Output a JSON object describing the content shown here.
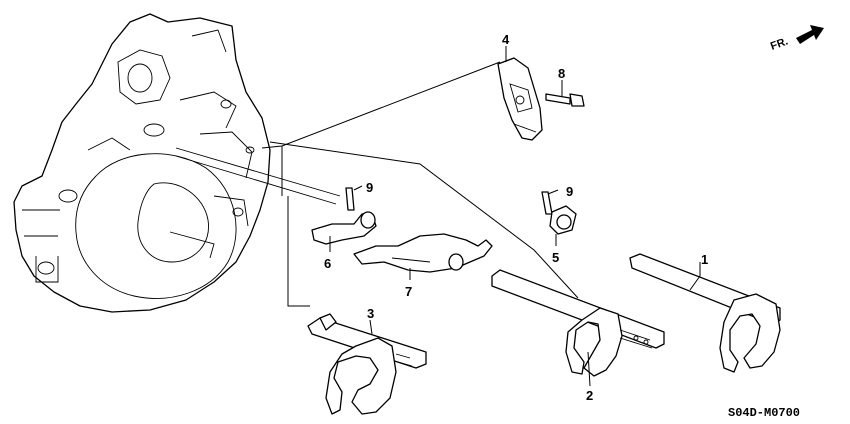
{
  "diagram_code": "S04D-M0700",
  "direction": {
    "label": "FR.",
    "icon": "front-arrow-icon"
  },
  "callouts": [
    {
      "id": "1",
      "label": "1"
    },
    {
      "id": "2",
      "label": "2"
    },
    {
      "id": "3",
      "label": "3"
    },
    {
      "id": "4",
      "label": "4"
    },
    {
      "id": "5",
      "label": "5"
    },
    {
      "id": "6",
      "label": "6"
    },
    {
      "id": "7",
      "label": "7"
    },
    {
      "id": "8",
      "label": "8"
    },
    {
      "id": "9a",
      "label": "9"
    },
    {
      "id": "9b",
      "label": "9"
    }
  ]
}
